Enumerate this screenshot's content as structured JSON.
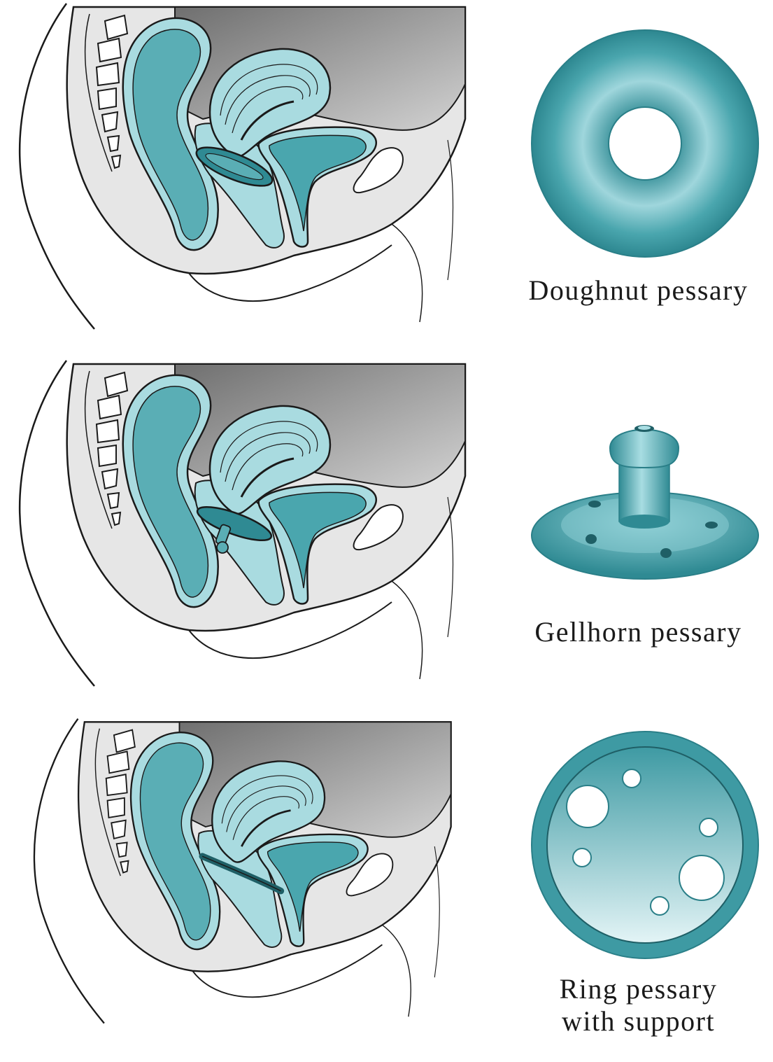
{
  "colors": {
    "teal": "#4aa6ae",
    "teal_dark": "#1f5f66",
    "teal_light": "#a9dbe0",
    "tissue": "#e6e6e6",
    "cavity_gray": "#9a9a9a",
    "outline": "#1a1a1a"
  },
  "panels": [
    {
      "caption": "Doughnut pessary",
      "device_icon": "doughnut-pessary-icon"
    },
    {
      "caption": "Gellhorn pessary",
      "device_icon": "gellhorn-pessary-icon"
    },
    {
      "caption_line1": "Ring pessary",
      "caption_line2": "with support",
      "device_icon": "ring-pessary-icon"
    }
  ]
}
